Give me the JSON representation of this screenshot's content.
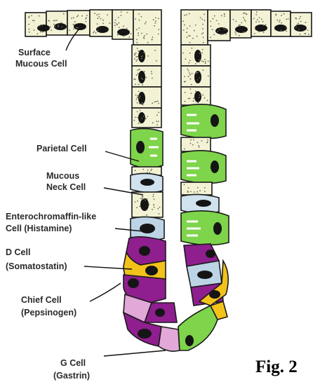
{
  "labels": {
    "surface_mucous": [
      "Surface",
      "Mucous Cell"
    ],
    "parietal": [
      "Parietal Cell"
    ],
    "mucous_neck": [
      "Mucous",
      "Neck Cell"
    ],
    "enterochromaffin": [
      "Enterochromaffin-like",
      "Cell (Histamine)"
    ],
    "d_cell": [
      "D Cell",
      "(Somatostatin)"
    ],
    "chief": [
      "Chief Cell",
      "(Pepsinogen)"
    ],
    "g_cell": [
      "G Cell",
      "(Gastrin)"
    ]
  },
  "figure_label": "Fig. 2",
  "colors": {
    "surface_mucous": "#f3f2d5",
    "parietal": "#7ed44a",
    "mucous_neck": "#cfe2ee",
    "enterochromaffin": "#bcd4e6",
    "d_cell": "#f3c21a",
    "chief": "#8f1e8f",
    "g_cell": "#e2a9d8",
    "nucleus": "#151515",
    "outline": "#1b1b1b"
  }
}
